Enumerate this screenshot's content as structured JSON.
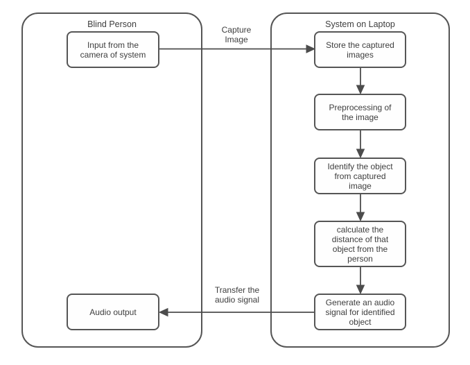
{
  "lanes": [
    {
      "title": "Blind Person"
    },
    {
      "title": "System on Laptop"
    }
  ],
  "nodes": [
    {
      "label": "Input from the\ncamera of system"
    },
    {
      "label": "Store the captured\nimages"
    },
    {
      "label": "Preprocessing of\nthe image"
    },
    {
      "label": "Identify the object\nfrom captured\nimage"
    },
    {
      "label": "calculate the\ndistance of that\nobject from the\nperson"
    },
    {
      "label": "Generate an audio\nsignal for identified\nobject"
    },
    {
      "label": "Audio output"
    }
  ],
  "edges": [
    {
      "label": "Capture\nImage"
    },
    {
      "label": "Transfer the\naudio signal"
    }
  ],
  "colors": {
    "border": "#555555",
    "text": "#3d3d3d",
    "arrow": "#4c4c4c",
    "background": "#ffffff"
  }
}
